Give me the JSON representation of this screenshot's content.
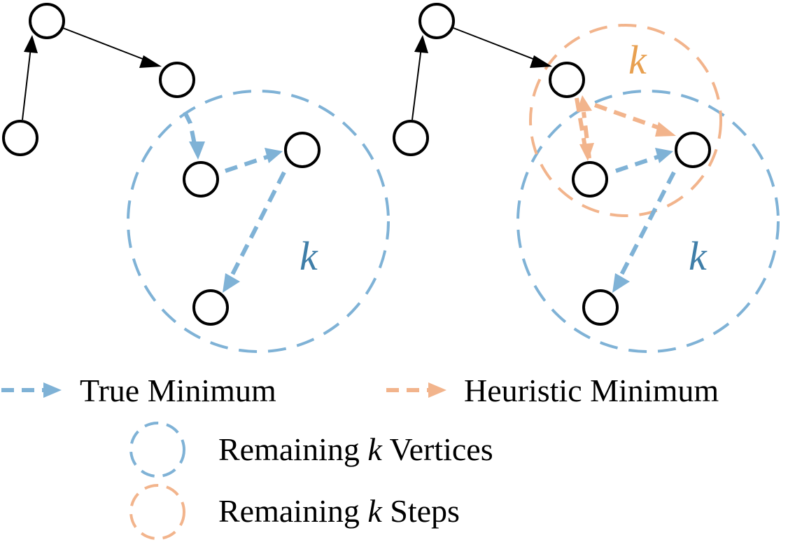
{
  "colors": {
    "true_minimum": "#7FB2D6",
    "heuristic_minimum": "#F2B48C",
    "k_blue": "#3F7EA8",
    "k_orange": "#E8A050",
    "node_stroke": "#000000",
    "edge": "#000000"
  },
  "diagram_left": {
    "k_label": "k"
  },
  "diagram_right": {
    "k_label_blue": "k",
    "k_label_orange": "k"
  },
  "legend": {
    "true_minimum": "True Minimum",
    "heuristic_minimum": "Heuristic Minimum",
    "remaining_vertices_prefix": "Remaining ",
    "remaining_vertices_var": "k",
    "remaining_vertices_suffix": " Vertices",
    "remaining_steps_prefix": "Remaining ",
    "remaining_steps_var": "k",
    "remaining_steps_suffix": " Steps"
  }
}
